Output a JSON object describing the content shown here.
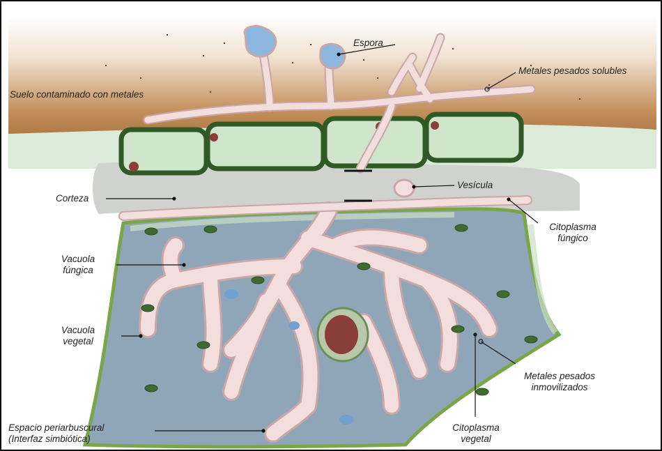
{
  "labels": {
    "espora": "Espora",
    "metales_solubles": "Metales pesados solubles",
    "suelo": "Suelo contaminado con metales",
    "corteza": "Corteza",
    "vesicula": "Vesícula",
    "citoplasma_fungico_1": "Citoplasma",
    "citoplasma_fungico_2": "fúngico",
    "vacuola_fungica_1": "Vacuola",
    "vacuola_fungica_2": "fúngica",
    "vacuola_vegetal_1": "Vacuola",
    "vacuola_vegetal_2": "vegetal",
    "metales_inmov_1": "Metales pesados",
    "metales_inmov_2": "inmovilizados",
    "espacio_peri_1": "Espacio periarbuscural",
    "espacio_peri_2": "(Interfaz simbiótica)",
    "citoplasma_vegetal_1": "Citoplasma",
    "citoplasma_vegetal_2": "vegetal"
  },
  "colors": {
    "soil": "#b9844f",
    "soil_light": "#ead9c4",
    "cortex_gray": "#cfd2cf",
    "plant_cell_wall": "#2f5a25",
    "plant_cell_fill": "#cfe6cc",
    "cell_vacuole": "#8fa6b8",
    "hypha_fill": "#f3dede",
    "hypha_stroke": "#c9a6a8",
    "nucleus": "#8a3e3a",
    "outer_wall": "#7aa64a"
  }
}
